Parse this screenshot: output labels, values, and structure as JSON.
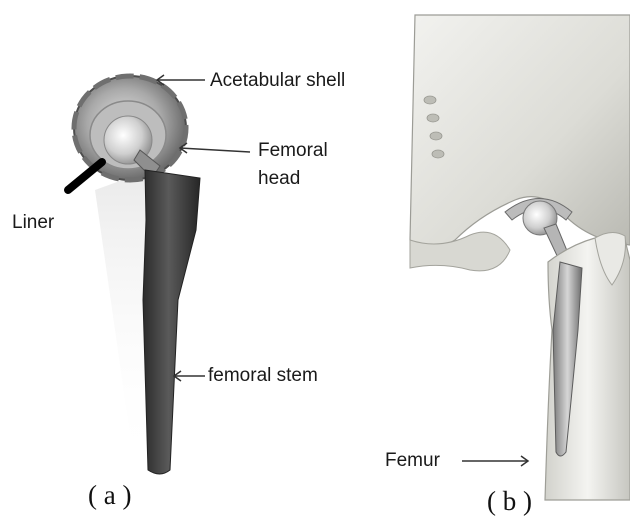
{
  "panel_a": {
    "caption": "( a )",
    "labels": {
      "acetabular_shell": "Acetabular shell",
      "femoral_head_line1": "Femoral",
      "femoral_head_line2": "head",
      "liner": "Liner",
      "femoral_stem": "femoral stem"
    }
  },
  "panel_b": {
    "caption": "( b )",
    "labels": {
      "femur": "Femur"
    }
  },
  "colors": {
    "implant_metal": "#8a8a8a",
    "stem_dark": "#3a3a3a",
    "bone": "#e6e6e2",
    "arrow": "#333333"
  },
  "icons": {
    "panel_a": "hip-implant-components-photo",
    "panel_b": "hip-replacement-in-pelvis-illustration"
  }
}
